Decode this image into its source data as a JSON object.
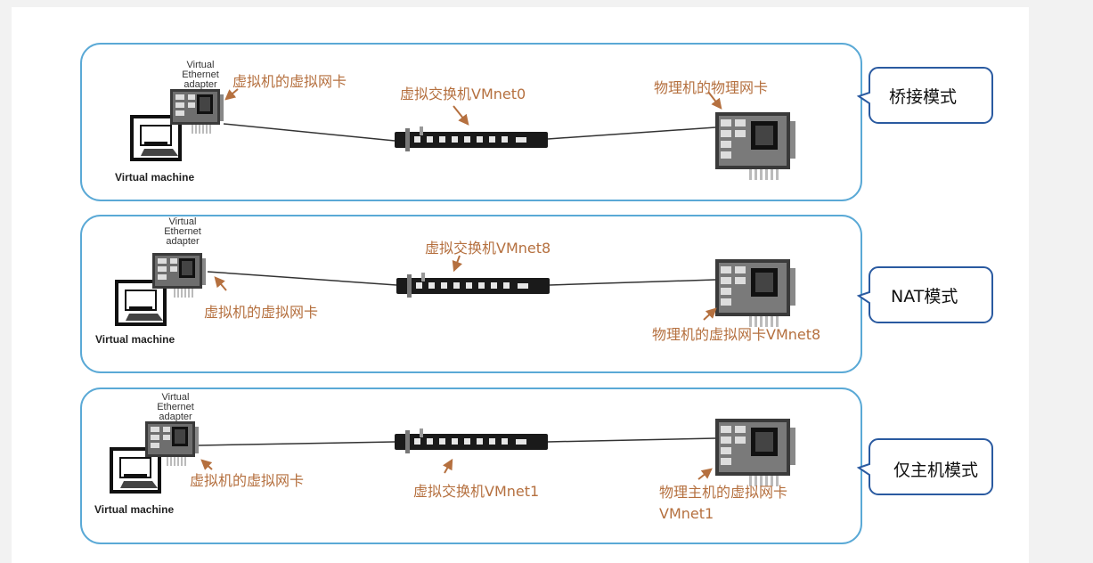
{
  "colors": {
    "panel_border": "#5aa9d6",
    "label_orange": "#b5703f",
    "device_dark": "#1a1a1a"
  },
  "rows": [
    {
      "mode_label": "桥接模式",
      "adapter_label": [
        "Virtual",
        "Ethernet",
        "adapter"
      ],
      "vm_label": "Virtual machine",
      "vnic_label": "虚拟机的虚拟网卡",
      "switch_label": "虚拟交换机VMnet0",
      "host_nic_label": "物理机的物理网卡",
      "host_nic_label_2": ""
    },
    {
      "mode_label": "NAT模式",
      "adapter_label": [
        "Virtual",
        "Ethernet",
        "adapter"
      ],
      "vm_label": "Virtual machine",
      "vnic_label": "虚拟机的虚拟网卡",
      "switch_label": "虚拟交换机VMnet8",
      "host_nic_label": "物理机的虚拟网卡VMnet8",
      "host_nic_label_2": ""
    },
    {
      "mode_label": "仅主机模式",
      "adapter_label": [
        "Virtual",
        "Ethernet",
        "adapter"
      ],
      "vm_label": "Virtual machine",
      "vnic_label": "虚拟机的虚拟网卡",
      "switch_label": "虚拟交换机VMnet1",
      "host_nic_label": "物理主机的虚拟网卡",
      "host_nic_label_2": "VMnet1"
    }
  ]
}
